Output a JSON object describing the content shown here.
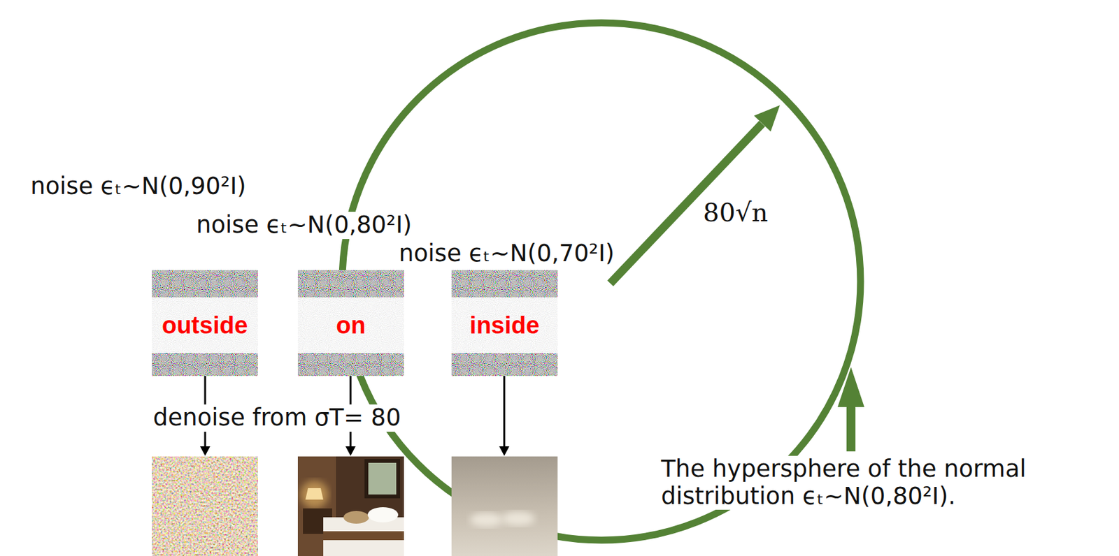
{
  "diagram": {
    "nodes": [
      {
        "text": [
          "outside"
        ]
      },
      {
        "text": [
          "on"
        ]
      },
      {
        "text": [
          "inside"
        ]
      }
    ],
    "labels": [
      "noise ϵₜ~N(0,90²I)",
      "noise ϵₜ~N(0,80²I)",
      "noise ϵₜ~N(0,70²I)",
      "80√n",
      "denoise from σT= 80",
      "The hypersphere of the normal distribution ϵₜ~N(0,80²I)."
    ]
  }
}
